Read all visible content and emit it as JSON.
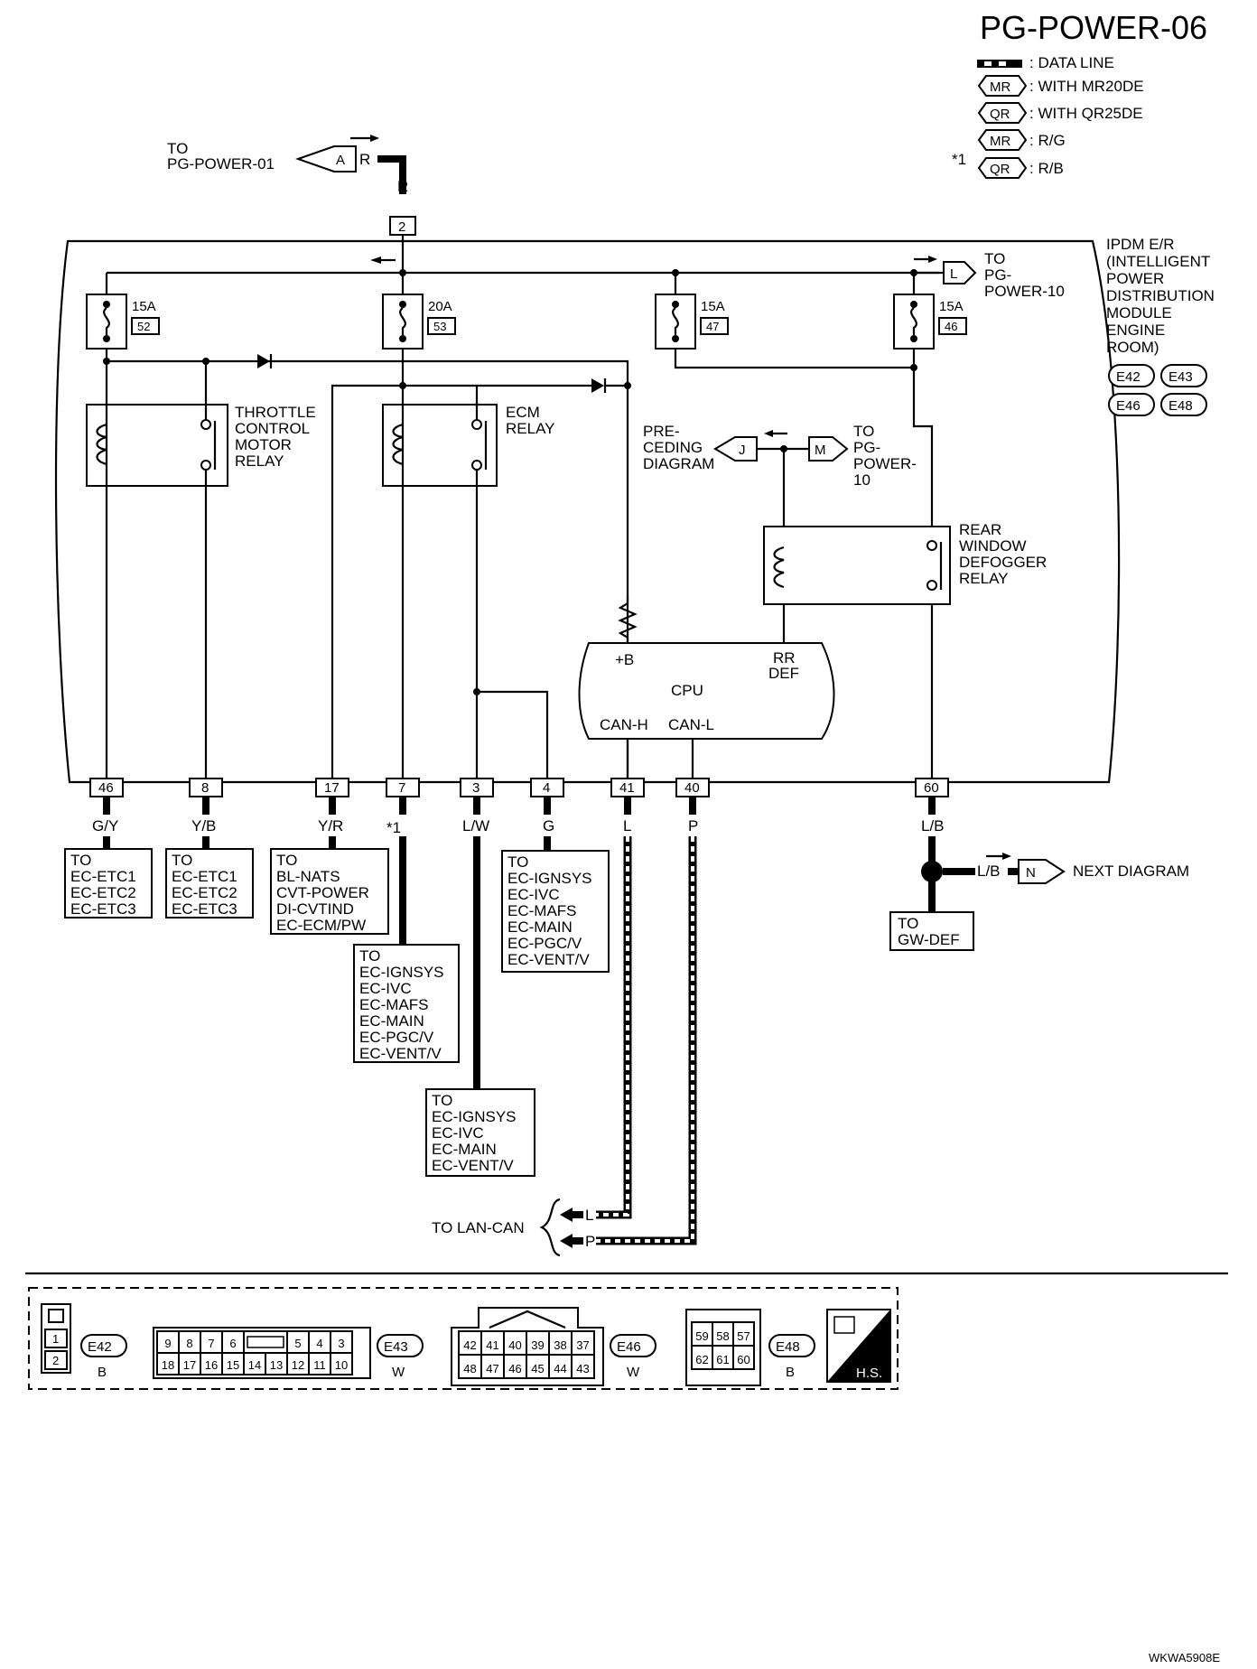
{
  "title": "PG-POWER-06",
  "legend": {
    "data_line": ": DATA LINE",
    "mr_label": "MR",
    "mr_text": ": WITH MR20DE",
    "qr_label": "QR",
    "qr_text": ": WITH QR25DE",
    "star": "*1",
    "star_mr": ": R/G",
    "star_qr": ": R/B"
  },
  "top_link": {
    "to": "TO",
    "page": "PG-POWER-01",
    "connector": "A",
    "wire": "R",
    "terminal": "2"
  },
  "ipdm": {
    "lines": [
      "IPDM E/R",
      "(INTELLIGENT",
      "POWER",
      "DISTRIBUTION",
      "MODULE",
      "ENGINE",
      "ROOM)"
    ],
    "connectors": [
      "E42",
      "E43",
      "E46",
      "E48"
    ]
  },
  "link_L": {
    "to": "TO",
    "line1": "PG-",
    "line2": "POWER-10",
    "connector": "L"
  },
  "fuses": [
    {
      "amps": "15A",
      "num": "52"
    },
    {
      "amps": "20A",
      "num": "53"
    },
    {
      "amps": "15A",
      "num": "47"
    },
    {
      "amps": "15A",
      "num": "46"
    }
  ],
  "relays": {
    "throttle": [
      "THROTTLE",
      "CONTROL",
      "MOTOR",
      "RELAY"
    ],
    "ecm": [
      "ECM",
      "RELAY"
    ],
    "defogger": [
      "REAR",
      "WINDOW",
      "DEFOGGER",
      "RELAY"
    ]
  },
  "preceding": {
    "lines": [
      "PRE-",
      "CEDING",
      "DIAGRAM"
    ],
    "connector": "J"
  },
  "link_M": {
    "connector": "M",
    "lines": [
      "TO",
      "PG-",
      "POWER-",
      "10"
    ]
  },
  "cpu": {
    "label": "CPU",
    "b": "+B",
    "rr": "RR",
    "def": "DEF",
    "canh": "CAN-H",
    "canl": "CAN-L"
  },
  "terminals": [
    {
      "num": "46",
      "wire": "G/Y"
    },
    {
      "num": "8",
      "wire": "Y/B"
    },
    {
      "num": "17",
      "wire": "Y/R"
    },
    {
      "num": "7",
      "wire": "*1"
    },
    {
      "num": "3",
      "wire": "L/W"
    },
    {
      "num": "4",
      "wire": "G"
    },
    {
      "num": "41",
      "wire": "L"
    },
    {
      "num": "40",
      "wire": "P"
    },
    {
      "num": "60",
      "wire": "L/B"
    }
  ],
  "dest_boxes": {
    "t46": [
      "TO",
      "EC-ETC1",
      "EC-ETC2",
      "EC-ETC3"
    ],
    "t8": [
      "TO",
      "EC-ETC1",
      "EC-ETC2",
      "EC-ETC3"
    ],
    "t17": [
      "TO",
      "BL-NATS",
      "CVT-POWER",
      "DI-CVTIND",
      "EC-ECM/PW"
    ],
    "t7": [
      "TO",
      "EC-IGNSYS",
      "EC-IVC",
      "EC-MAFS",
      "EC-MAIN",
      "EC-PGC/V",
      "EC-VENT/V"
    ],
    "t3": [
      "TO",
      "EC-IGNSYS",
      "EC-IVC",
      "EC-MAIN",
      "EC-VENT/V"
    ],
    "t4": [
      "TO",
      "EC-IGNSYS",
      "EC-IVC",
      "EC-MAFS",
      "EC-MAIN",
      "EC-PGC/V",
      "EC-VENT/V"
    ],
    "t60": [
      "TO",
      "GW-DEF"
    ]
  },
  "next": {
    "wire": "L/B",
    "connector": "N",
    "text": "NEXT DIAGRAM"
  },
  "lan": {
    "text": "TO LAN-CAN",
    "l": "L",
    "p": "P"
  },
  "connector_views": [
    {
      "id": "E42",
      "color": "B",
      "pins_top": [
        "1"
      ],
      "pins_bottom": [
        "2"
      ]
    },
    {
      "id": "E43",
      "color": "W",
      "pins_top": [
        "9",
        "8",
        "7",
        "6",
        "",
        "5",
        "4",
        "3"
      ],
      "pins_bottom": [
        "18",
        "17",
        "16",
        "15",
        "14",
        "13",
        "12",
        "11",
        "10"
      ]
    },
    {
      "id": "E46",
      "color": "W",
      "pins_top": [
        "42",
        "41",
        "40",
        "39",
        "38",
        "37"
      ],
      "pins_bottom": [
        "48",
        "47",
        "46",
        "45",
        "44",
        "43"
      ]
    },
    {
      "id": "E48",
      "color": "B",
      "pins_top": [
        "59",
        "58",
        "57"
      ],
      "pins_bottom": [
        "62",
        "61",
        "60"
      ]
    }
  ],
  "hs_label": "H.S.",
  "code": "WKWA5908E"
}
